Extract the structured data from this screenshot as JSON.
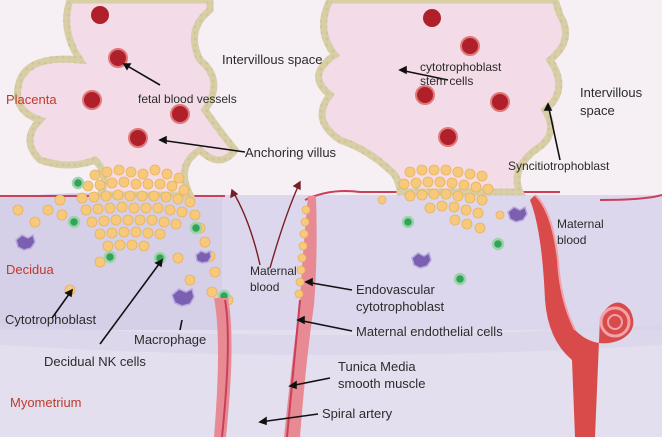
{
  "zones": {
    "placenta": "Placenta",
    "decidua": "Decidua",
    "myometrium": "Myometrium"
  },
  "labels": {
    "intervillous_space": "Intervillous space",
    "cytotrophoblast_stem_line1": "cytotrophoblast",
    "cytotrophoblast_stem_line2": "stem cells",
    "intervillous_space_right_line1": "Intervillous",
    "intervillous_space_right_line2": "space",
    "fetal_blood_vessels": "fetal blood vessels",
    "anchoring_villus": "Anchoring villus",
    "syncitiotrophoblast": "Syncitiotrophoblast",
    "maternal_blood_right_line1": "Maternal",
    "maternal_blood_right_line2": "blood",
    "maternal_blood_center_line1": "Maternal",
    "maternal_blood_center_line2": "blood",
    "endovascular_line1": "Endovascular",
    "endovascular_line2": "cytotrophoblast",
    "cytotrophoblast": "Cytotrophoblast",
    "macrophage": "Macrophage",
    "maternal_endothelial_cells": "Maternal endothelial cells",
    "decidual_nk_cells": "Decidual NK cells",
    "tunica_media_line1": "Tunica Media",
    "tunica_media_line2": "smooth muscle",
    "spiral_artery": "Spiral artery"
  },
  "colors": {
    "zone_label": "#c0392b",
    "villus_fill": "#f3dbe7",
    "villus_border": "#d9cfa6",
    "vessel_red": "#d94b4b",
    "fetal_vessel": "#b0202b",
    "trophoblast_cell": "#f7c97a",
    "nk_cell": "#33a35a",
    "macrophage": "#7b5fb0",
    "decidua_bg": "#dcd7ec",
    "myometrium_bg": "#e6e1ef"
  }
}
